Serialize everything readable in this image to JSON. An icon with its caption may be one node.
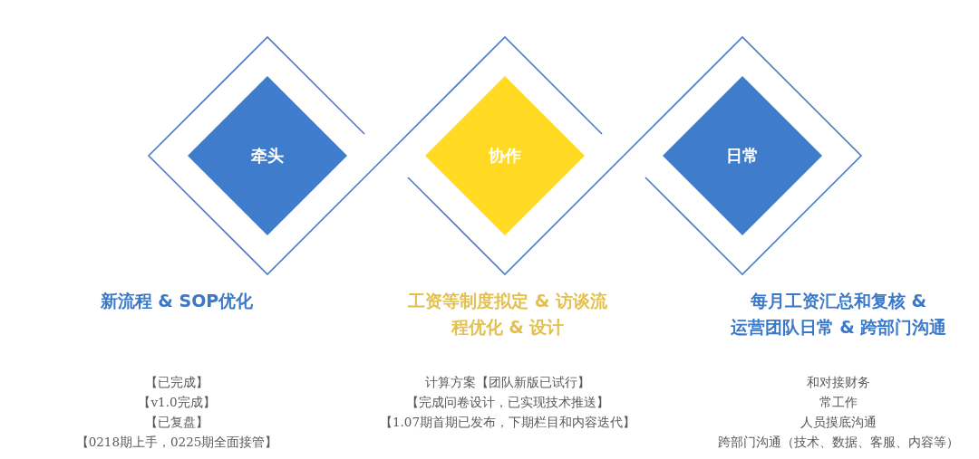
{
  "diagram": {
    "nodes": [
      {
        "text": [
          "牵头"
        ],
        "beside": [
          "新流程 & SOP优化",
          "【已完成】",
          "【v1.0完成】",
          "【已复盘】",
          "【0218期上手，0225期全面接管】"
        ]
      },
      {
        "text": [
          "协作"
        ],
        "beside": [
          "工资等制度拟定 & 访谈流程优化 & 设计",
          "计算方案【团队新版已试行】",
          "【完成问卷设计，已实现技术推送】",
          "【1.07期首期已发布，下期栏目和内容迭代】"
        ]
      },
      {
        "text": [
          "日常"
        ],
        "beside": [
          "每月工资汇总和复核 & 运营团队日常 & 跨部门沟通",
          "和对接财务",
          "常工作",
          "人员摸底沟通",
          "跨部门沟通（技术、数据、客服、内容等）"
        ]
      }
    ]
  }
}
